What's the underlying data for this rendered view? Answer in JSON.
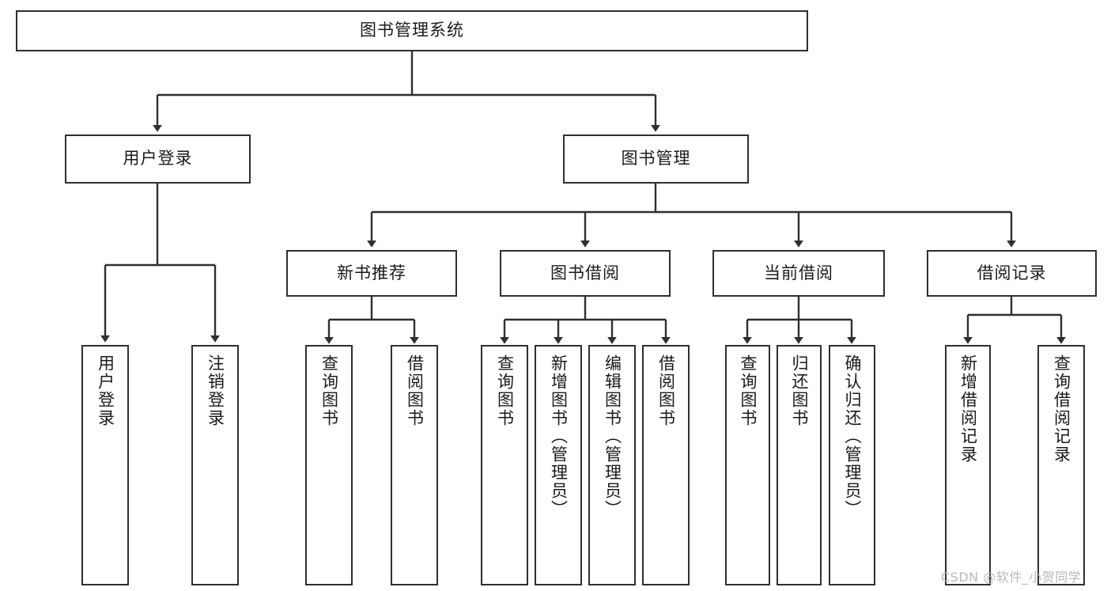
{
  "diagram": {
    "title": "图书管理系统",
    "type": "hierarchy-tree",
    "watermark": "CSDN @软件_小贺同学",
    "colors": {
      "box_border": "#2f2f2f",
      "box_fill": "#ffffff",
      "edge": "#2f2f2f",
      "text": "#1a1a1a",
      "watermark": "#b9b9b9",
      "background": "#ffffff"
    },
    "nodes": {
      "root": {
        "label": "图书管理系统",
        "level": 1,
        "orientation": "horizontal"
      },
      "level2": [
        {
          "id": "user-login",
          "label": "用户登录",
          "orientation": "horizontal"
        },
        {
          "id": "book-management",
          "label": "图书管理",
          "orientation": "horizontal"
        }
      ],
      "level3": [
        {
          "id": "new-book-recommend",
          "label": "新书推荐",
          "orientation": "horizontal"
        },
        {
          "id": "book-borrow",
          "label": "图书借阅",
          "orientation": "horizontal"
        },
        {
          "id": "current-borrow",
          "label": "当前借阅",
          "orientation": "horizontal"
        },
        {
          "id": "borrow-record",
          "label": "借阅记录",
          "orientation": "horizontal"
        }
      ],
      "leaves": [
        {
          "id": "leaf-user-login",
          "label": "用户登录",
          "parent": "user-login",
          "orientation": "vertical"
        },
        {
          "id": "leaf-logout-login",
          "label": "注销登录",
          "parent": "user-login",
          "orientation": "vertical"
        },
        {
          "id": "leaf-query-book-1",
          "label": "查询图书",
          "parent": "new-book-recommend",
          "orientation": "vertical"
        },
        {
          "id": "leaf-borrow-book-1",
          "label": "借阅图书",
          "parent": "new-book-recommend",
          "orientation": "vertical"
        },
        {
          "id": "leaf-query-book-2",
          "label": "查询图书",
          "parent": "book-borrow",
          "orientation": "vertical"
        },
        {
          "id": "leaf-add-book",
          "label": "新增图书（管理员）",
          "parent": "book-borrow",
          "orientation": "vertical"
        },
        {
          "id": "leaf-edit-book",
          "label": "编辑图书（管理员）",
          "parent": "book-borrow",
          "orientation": "vertical"
        },
        {
          "id": "leaf-borrow-book-2",
          "label": "借阅图书",
          "parent": "book-borrow",
          "orientation": "vertical"
        },
        {
          "id": "leaf-query-book-3",
          "label": "查询图书",
          "parent": "current-borrow",
          "orientation": "vertical"
        },
        {
          "id": "leaf-return-book",
          "label": "归还图书",
          "parent": "current-borrow",
          "orientation": "vertical"
        },
        {
          "id": "leaf-confirm-return",
          "label": "确认归还（管理员）",
          "parent": "current-borrow",
          "orientation": "vertical"
        },
        {
          "id": "leaf-add-record",
          "label": "新增借阅记录",
          "parent": "borrow-record",
          "orientation": "vertical"
        },
        {
          "id": "leaf-query-record",
          "label": "查询借阅记录",
          "parent": "borrow-record",
          "orientation": "vertical"
        }
      ]
    }
  }
}
